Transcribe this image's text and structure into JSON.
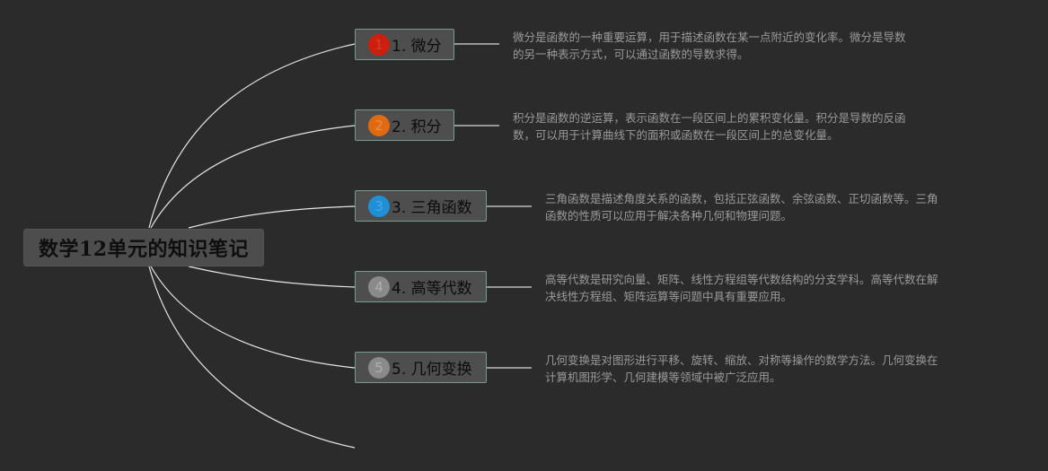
{
  "root": {
    "title": "数学12单元的知识笔记"
  },
  "topics": [
    {
      "badge": "1",
      "label": "1. 微分",
      "badge_color": "#cc1f0e",
      "badge_text_color": "#d04030",
      "note_line1": "微分是函数的一种重要运算，用于描述函数在某一点附近的变化率。微分是导数",
      "note_line2": "的另一种表示方式，可以通过函数的导数求得。"
    },
    {
      "badge": "2",
      "label": "2. 积分",
      "badge_color": "#e06a12",
      "badge_text_color": "#f08a40",
      "note_line1": "积分是函数的逆运算，表示函数在一段区间上的累积变化量。积分是导数的反函",
      "note_line2": "数，可以用于计算曲线下的面积或函数在一段区间上的总变化量。"
    },
    {
      "badge": "3",
      "label": "3. 三角函数",
      "badge_color": "#1f8fd6",
      "badge_text_color": "#4aa8e6",
      "note_line1": "三角函数是描述角度关系的函数，包括正弦函数、余弦函数、正切函数等。三角",
      "note_line2": "函数的性质可以应用于解决各种几何和物理问题。"
    },
    {
      "badge": "4",
      "label": "4. 高等代数",
      "badge_color": "#8a8a8a",
      "badge_text_color": "#b0b0b0",
      "note_line1": "高等代数是研究向量、矩阵、线性方程组等代数结构的分支学科。高等代数在解",
      "note_line2": "决线性方程组、矩阵运算等问题中具有重要应用。"
    },
    {
      "badge": "5",
      "label": "5. 几何变换",
      "badge_color": "#8a8a8a",
      "badge_text_color": "#b0b0b0",
      "note_line1": "几何变换是对图形进行平移、旋转、缩放、对称等操作的数学方法。几何变换在",
      "note_line2": "计算机图形学、几何建模等领域中被广泛应用。"
    }
  ],
  "colors": {
    "background": "#2b2b2b",
    "link": "#e6e6e6",
    "topic_border": "#7c9a8c",
    "note_text": "#9a9a9a"
  }
}
